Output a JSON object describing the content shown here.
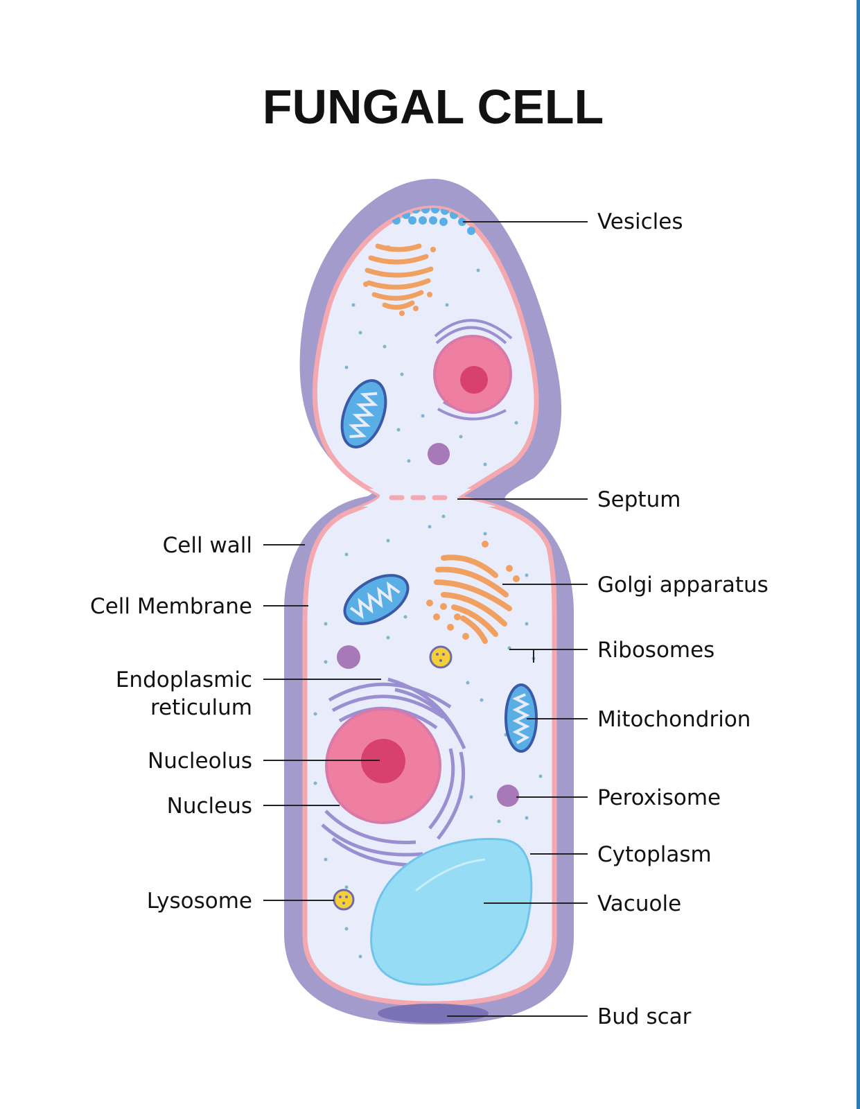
{
  "title": "FUNGAL CELL",
  "labels": {
    "vesicles": "Vesicles",
    "septum": "Septum",
    "cell_wall": "Cell wall",
    "cell_membrane": "Cell Membrane",
    "golgi_apparatus": "Golgi apparatus",
    "ribosomes": "Ribosomes",
    "endoplasmic_reticulum_line1": "Endoplasmic",
    "endoplasmic_reticulum_line2": "reticulum",
    "mitochondrion": "Mitochondrion",
    "nucleolus": "Nucleolus",
    "nucleus": "Nucleus",
    "peroxisome": "Peroxisome",
    "cytoplasm": "Cytoplasm",
    "lysosome": "Lysosome",
    "vacuole": "Vacuole",
    "bud_scar": "Bud scar"
  },
  "colors": {
    "cell_wall": "#a39bcc",
    "cell_membrane": "#f4a9b0",
    "cytoplasm": "#e8ecfb",
    "nucleus": "#ef7fa0",
    "nucleolus": "#d8406e",
    "golgi": "#f0a060",
    "mitochondrion": "#5aaee6",
    "vacuole": "#97dcf5",
    "lysosome": "#f5cf3a",
    "peroxisome": "#a779b8",
    "er": "#9a8fd0",
    "bud_scar": "#7a72b5",
    "ribosome": "#7fb6cc"
  }
}
